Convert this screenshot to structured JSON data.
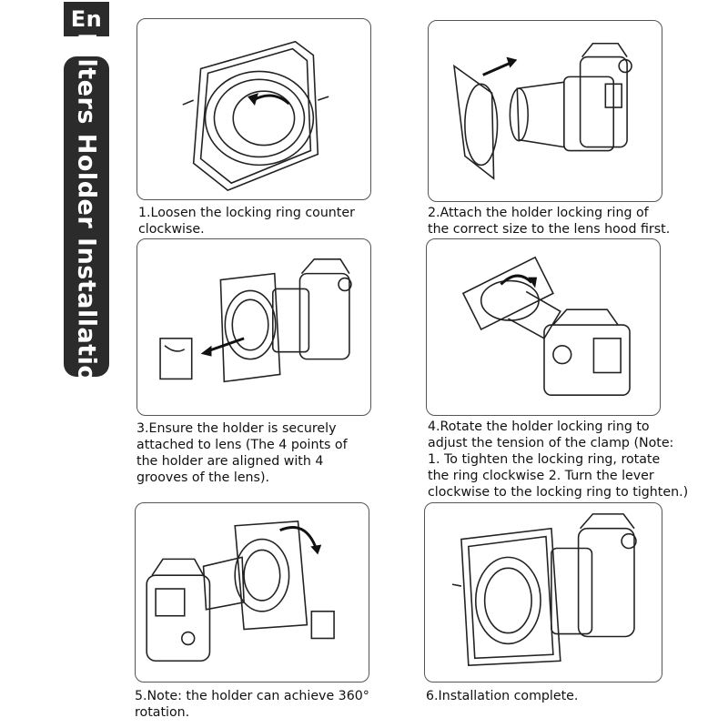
{
  "badge": "En",
  "side_title": "Filters Holder Installation",
  "steps": [
    {
      "caption": "1.Loosen the locking ring counter\nclockwise."
    },
    {
      "caption": "2.Attach the holder locking ring of\nthe correct size to the lens hood first."
    },
    {
      "caption": "3.Ensure the holder is securely\nattached to lens (The 4 points of\nthe holder are aligned with 4\ngrooves of the lens)."
    },
    {
      "caption": "4.Rotate the holder locking ring to\nadjust the tension of the clamp (Note:\n1. To tighten the locking ring, rotate\nthe ring clockwise 2. Turn the lever\nclockwise to the locking ring to tighten.)"
    },
    {
      "caption": "5.Note: the holder can achieve 360°\nrotation."
    },
    {
      "caption": "6.Installation complete."
    }
  ]
}
